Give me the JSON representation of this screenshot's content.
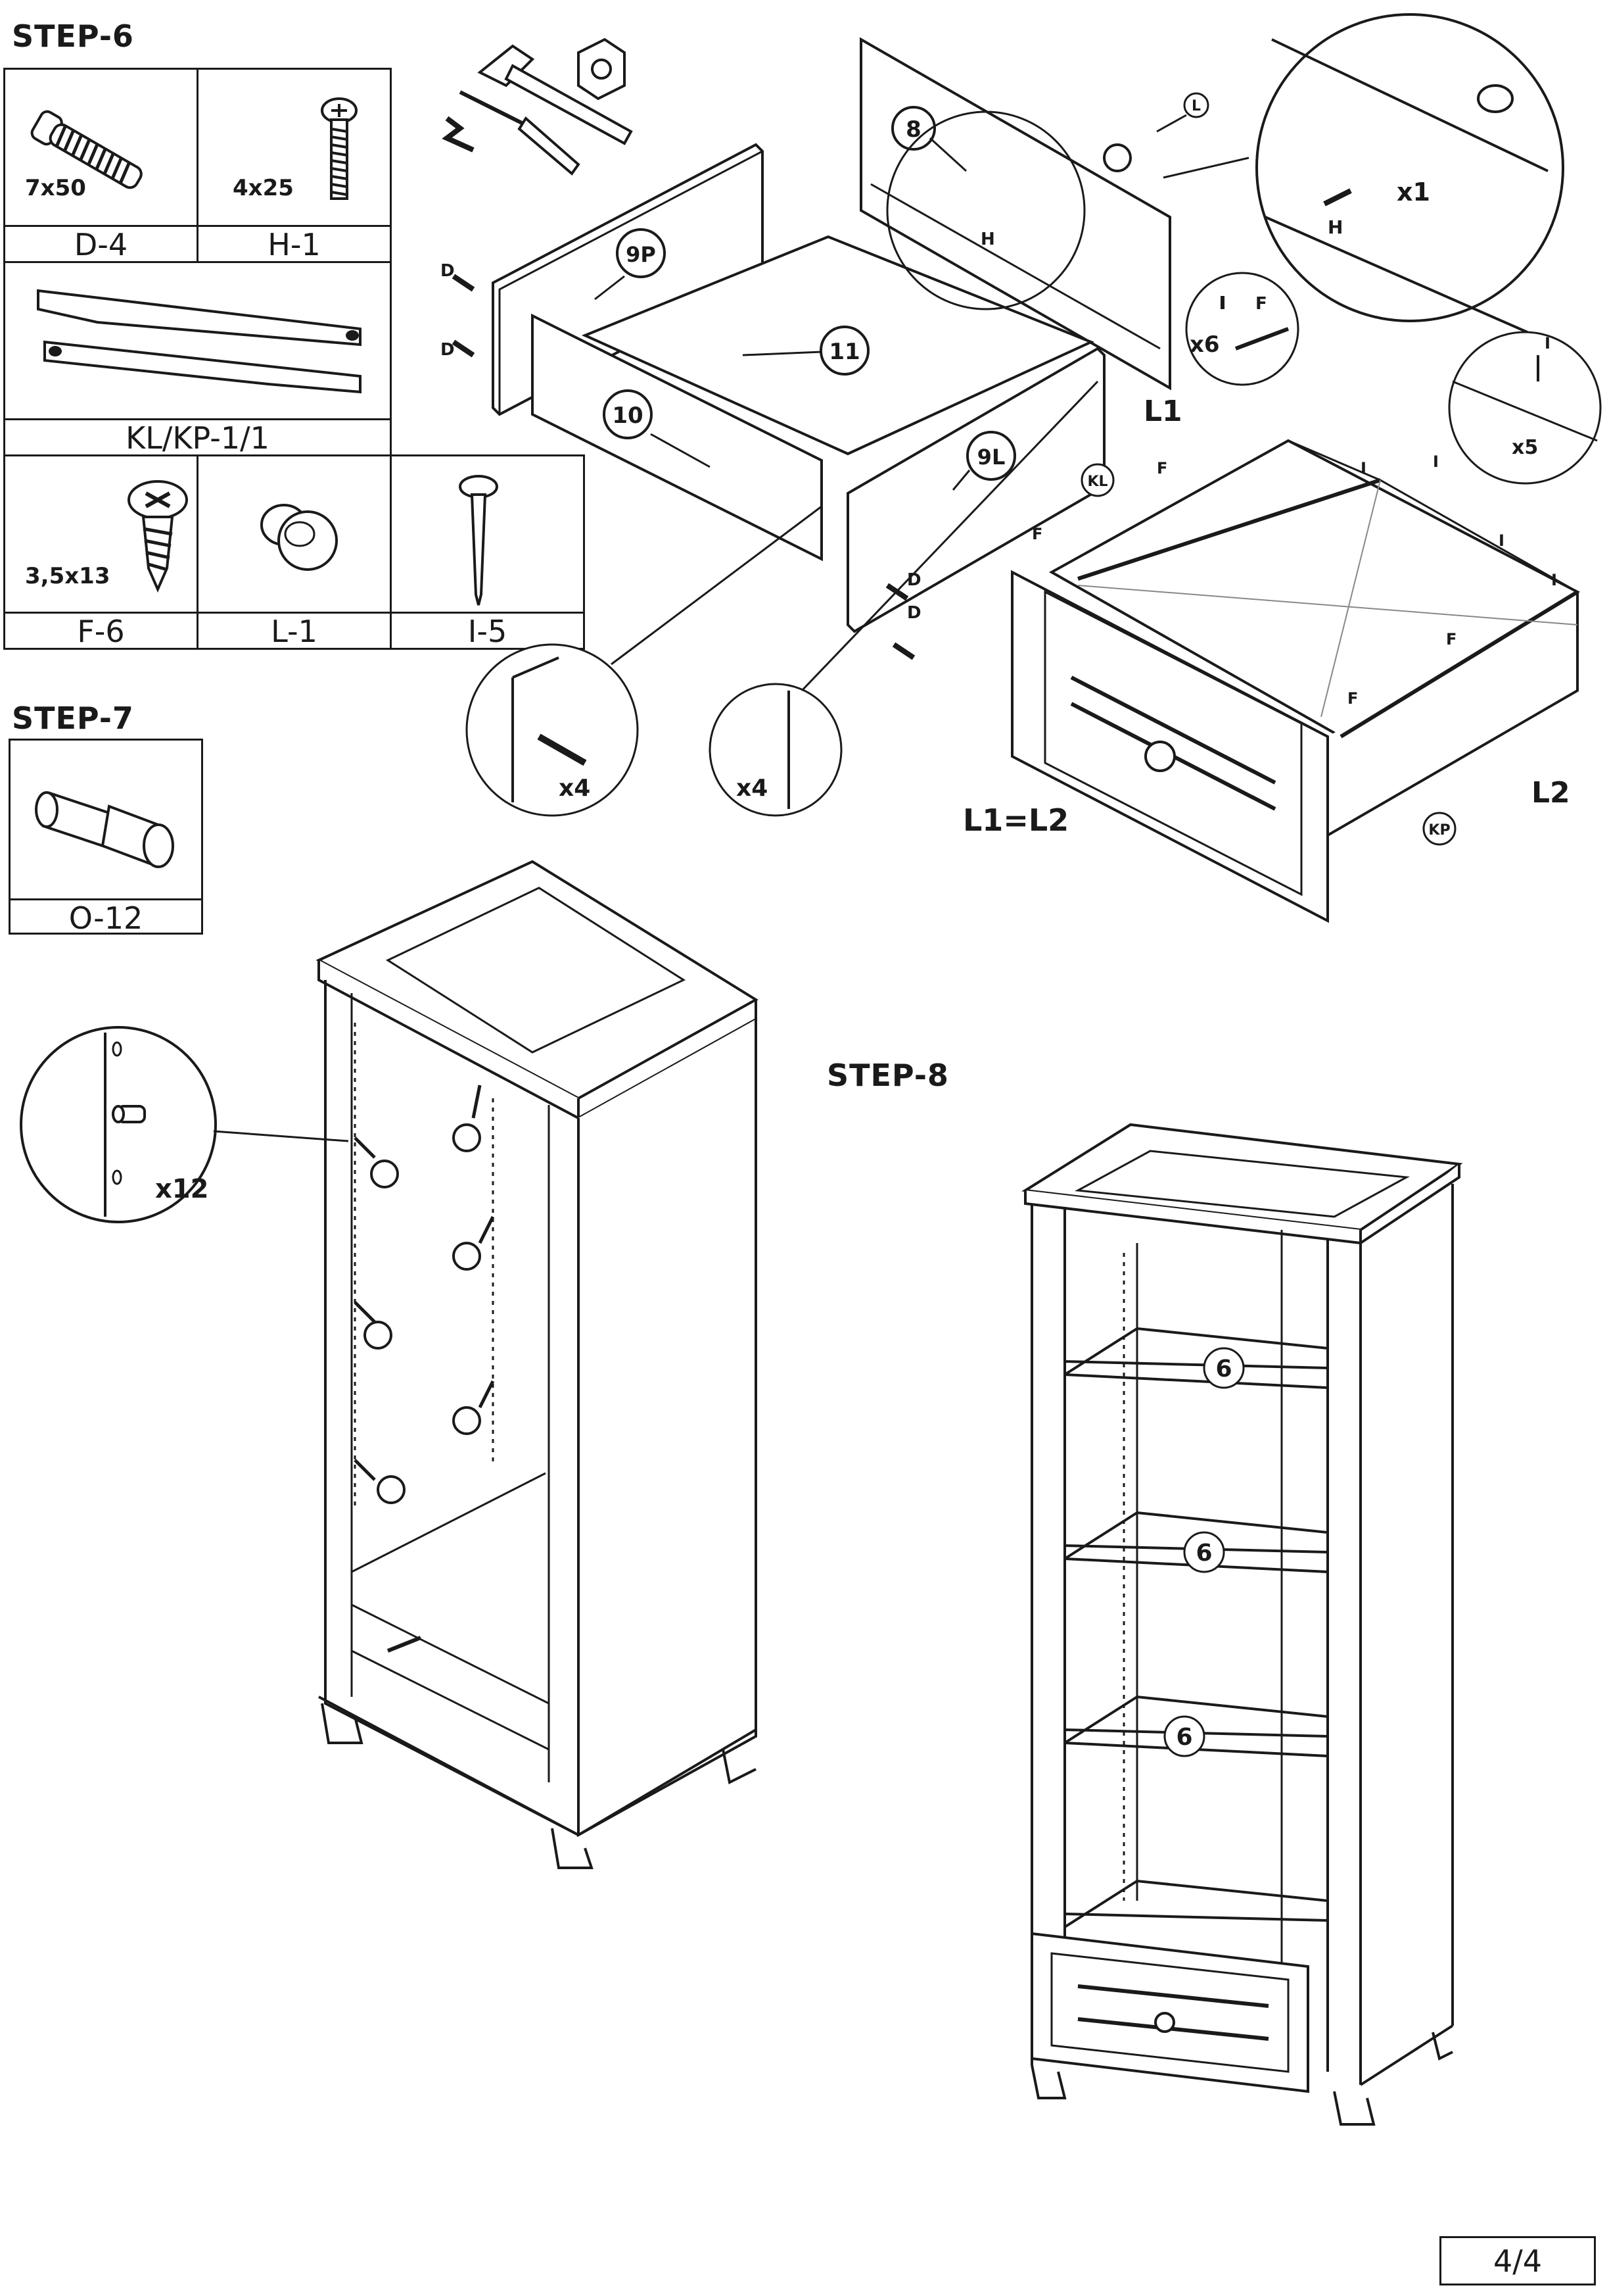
{
  "step6": {
    "title": "STEP-6",
    "hardware": {
      "d": {
        "size": "7x50",
        "code": "D-4"
      },
      "h": {
        "size": "4x25",
        "code": "H-1"
      },
      "kl": {
        "code": "KL/KP-1/1"
      },
      "f": {
        "size": "3,5x13",
        "code": "F-6"
      },
      "l": {
        "code": "L-1"
      },
      "i": {
        "code": "I-5"
      }
    },
    "parts": {
      "p8": "8",
      "p9p": "9P",
      "p11": "11",
      "p10": "10",
      "p9l": "9L"
    },
    "callouts": {
      "l": "L",
      "x1": "x1",
      "h": "H",
      "f": "F",
      "x6": "x6",
      "d": "D",
      "i": "I",
      "x5": "x5",
      "kl": "KL",
      "kp": "KP",
      "x4": "x4",
      "l1": "L1",
      "l2": "L2",
      "l1l2": "L1=L2"
    }
  },
  "step7": {
    "title": "STEP-7",
    "code": "O-12",
    "count": "x12"
  },
  "step8": {
    "title": "STEP-8",
    "shelf": "6"
  },
  "page": {
    "number": "4/4"
  }
}
